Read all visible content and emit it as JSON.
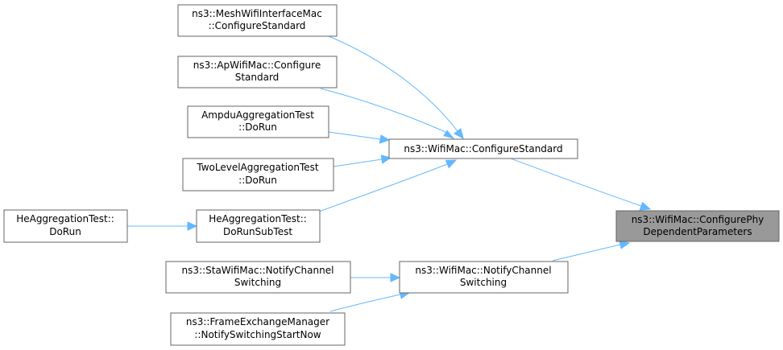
{
  "nodes": {
    "configure_phy": {
      "lines": [
        "ns3::WifiMac::ConfigurePhy",
        "DependentParameters"
      ],
      "root": true
    },
    "configure_standard": {
      "lines": [
        "ns3::WifiMac::ConfigureStandard"
      ]
    },
    "notify_channel_switching": {
      "lines": [
        "ns3::WifiMac::NotifyChannel",
        "Switching"
      ]
    },
    "mesh_configure_standard": {
      "lines": [
        "ns3::MeshWifiInterfaceMac",
        "::ConfigureStandard"
      ]
    },
    "ap_configure_standard": {
      "lines": [
        "ns3::ApWifiMac::Configure",
        "Standard"
      ]
    },
    "ampdu_dorun": {
      "lines": [
        "AmpduAggregationTest",
        "::DoRun"
      ]
    },
    "twolevel_dorun": {
      "lines": [
        "TwoLevelAggregationTest",
        "::DoRun"
      ]
    },
    "he_dorunsubtest": {
      "lines": [
        "HeAggregationTest::",
        "DoRunSubTest"
      ]
    },
    "he_dorun": {
      "lines": [
        "HeAggregationTest::",
        "DoRun"
      ]
    },
    "sta_notify_channel_switching": {
      "lines": [
        "ns3::StaWifiMac::NotifyChannel",
        "Switching"
      ]
    },
    "fem_notify_switching": {
      "lines": [
        "ns3::FrameExchangeManager",
        "::NotifySwitchingStartNow"
      ]
    }
  },
  "edges": [
    {
      "from": "configure_standard",
      "to": "configure_phy"
    },
    {
      "from": "notify_channel_switching",
      "to": "configure_phy"
    },
    {
      "from": "mesh_configure_standard",
      "to": "configure_standard"
    },
    {
      "from": "ap_configure_standard",
      "to": "configure_standard"
    },
    {
      "from": "ampdu_dorun",
      "to": "configure_standard"
    },
    {
      "from": "twolevel_dorun",
      "to": "configure_standard"
    },
    {
      "from": "he_dorunsubtest",
      "to": "configure_standard"
    },
    {
      "from": "he_dorun",
      "to": "he_dorunsubtest"
    },
    {
      "from": "sta_notify_channel_switching",
      "to": "notify_channel_switching"
    },
    {
      "from": "fem_notify_switching",
      "to": "notify_channel_switching"
    }
  ],
  "colors": {
    "edge": "#63b8ff",
    "node_border": "#666666",
    "node_fill": "#ffffff",
    "root_fill": "#999999"
  }
}
